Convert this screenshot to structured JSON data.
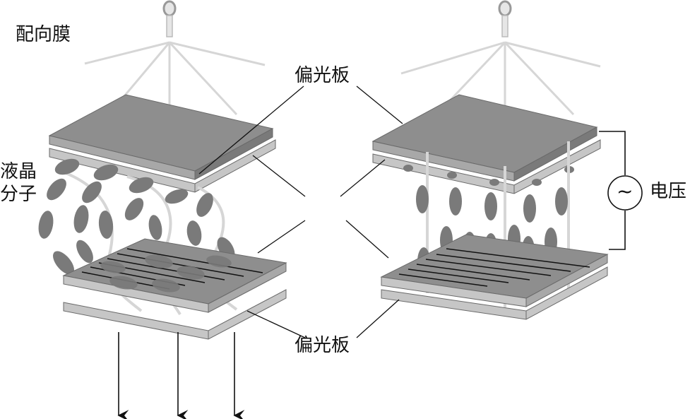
{
  "labels": {
    "alignment_film": "配向膜",
    "polarizer_top": "偏光板",
    "polarizer_bottom": "偏光板",
    "lc_molecule_line1": "液晶",
    "lc_molecule_line2": "分子",
    "voltage": "电压",
    "ac_symbol": "~"
  },
  "colors": {
    "plate_dark": "#8e8e8e",
    "plate_light": "#c6c6c6",
    "plate_edge": "#6a6a6a",
    "molecule": "#7a7a7a",
    "light_ray": "#d6d6d6",
    "line": "#111111"
  },
  "panels": [
    {
      "name": "no-voltage",
      "molecule_state": "twisted",
      "light_passes": true
    },
    {
      "name": "voltage-applied",
      "molecule_state": "vertical",
      "light_passes": false
    }
  ]
}
